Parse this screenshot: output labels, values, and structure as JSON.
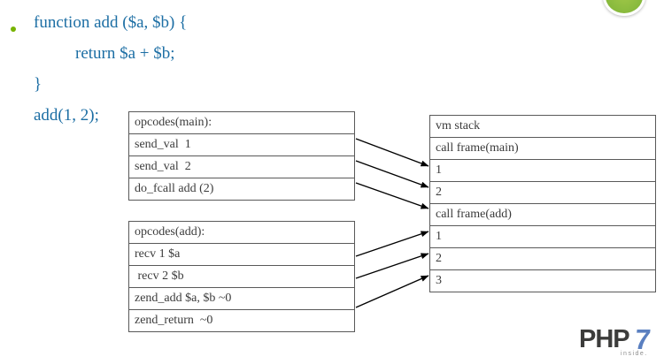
{
  "slide": {
    "background_color": "#ffffff",
    "code_color": "#1c6ea4",
    "table_text_color": "#3b3b3b",
    "table_border_color": "#595959",
    "bullet_color": "#77b300"
  },
  "code": {
    "lines": [
      "function add ($a, $b) {",
      "return $a + $b;",
      "}",
      "add(1, 2);"
    ]
  },
  "tables": {
    "opcodes_main": {
      "title": "opcodes(main):",
      "rows": [
        "opcodes(main):",
        "send_val  1",
        "send_val  2",
        "do_fcall add (2)"
      ]
    },
    "opcodes_add": {
      "title": "opcodes(add):",
      "rows": [
        "opcodes(add):",
        "recv 1 $a",
        " recv 2 $b",
        "zend_add $a, $b ~0",
        "zend_return  ~0"
      ]
    },
    "vm_stack": {
      "title": "vm stack",
      "rows": [
        "vm stack",
        "call frame(main)",
        "1",
        "2",
        "call frame(add)",
        "1",
        "2",
        "3"
      ]
    }
  },
  "arrows": [
    {
      "name": "send-val-1-to-stack-1",
      "from_row": "send_val  1",
      "to_row": "1"
    },
    {
      "name": "send-val-2-to-stack-2",
      "from_row": "send_val  2",
      "to_row": "2"
    },
    {
      "name": "do-fcall-to-call-frame-add",
      "from_row": "do_fcall add (2)",
      "to_row": "call frame(add)"
    },
    {
      "name": "recv-1-to-stack-1",
      "from_row": "recv 1 $a",
      "to_row": "1"
    },
    {
      "name": "recv-2-to-stack-2",
      "from_row": " recv 2 $b",
      "to_row": "2"
    },
    {
      "name": "zend-add-to-stack-3",
      "from_row": "zend_add $a, $b ~0",
      "to_row": "3"
    }
  ],
  "logo": {
    "php": "PHP",
    "seven": "7",
    "tagline": "inside.",
    "php_color": "#3c3c3b",
    "seven_color": "#5a7fc0"
  },
  "decoration": {
    "green_circle_color": "#8cbc3f"
  }
}
